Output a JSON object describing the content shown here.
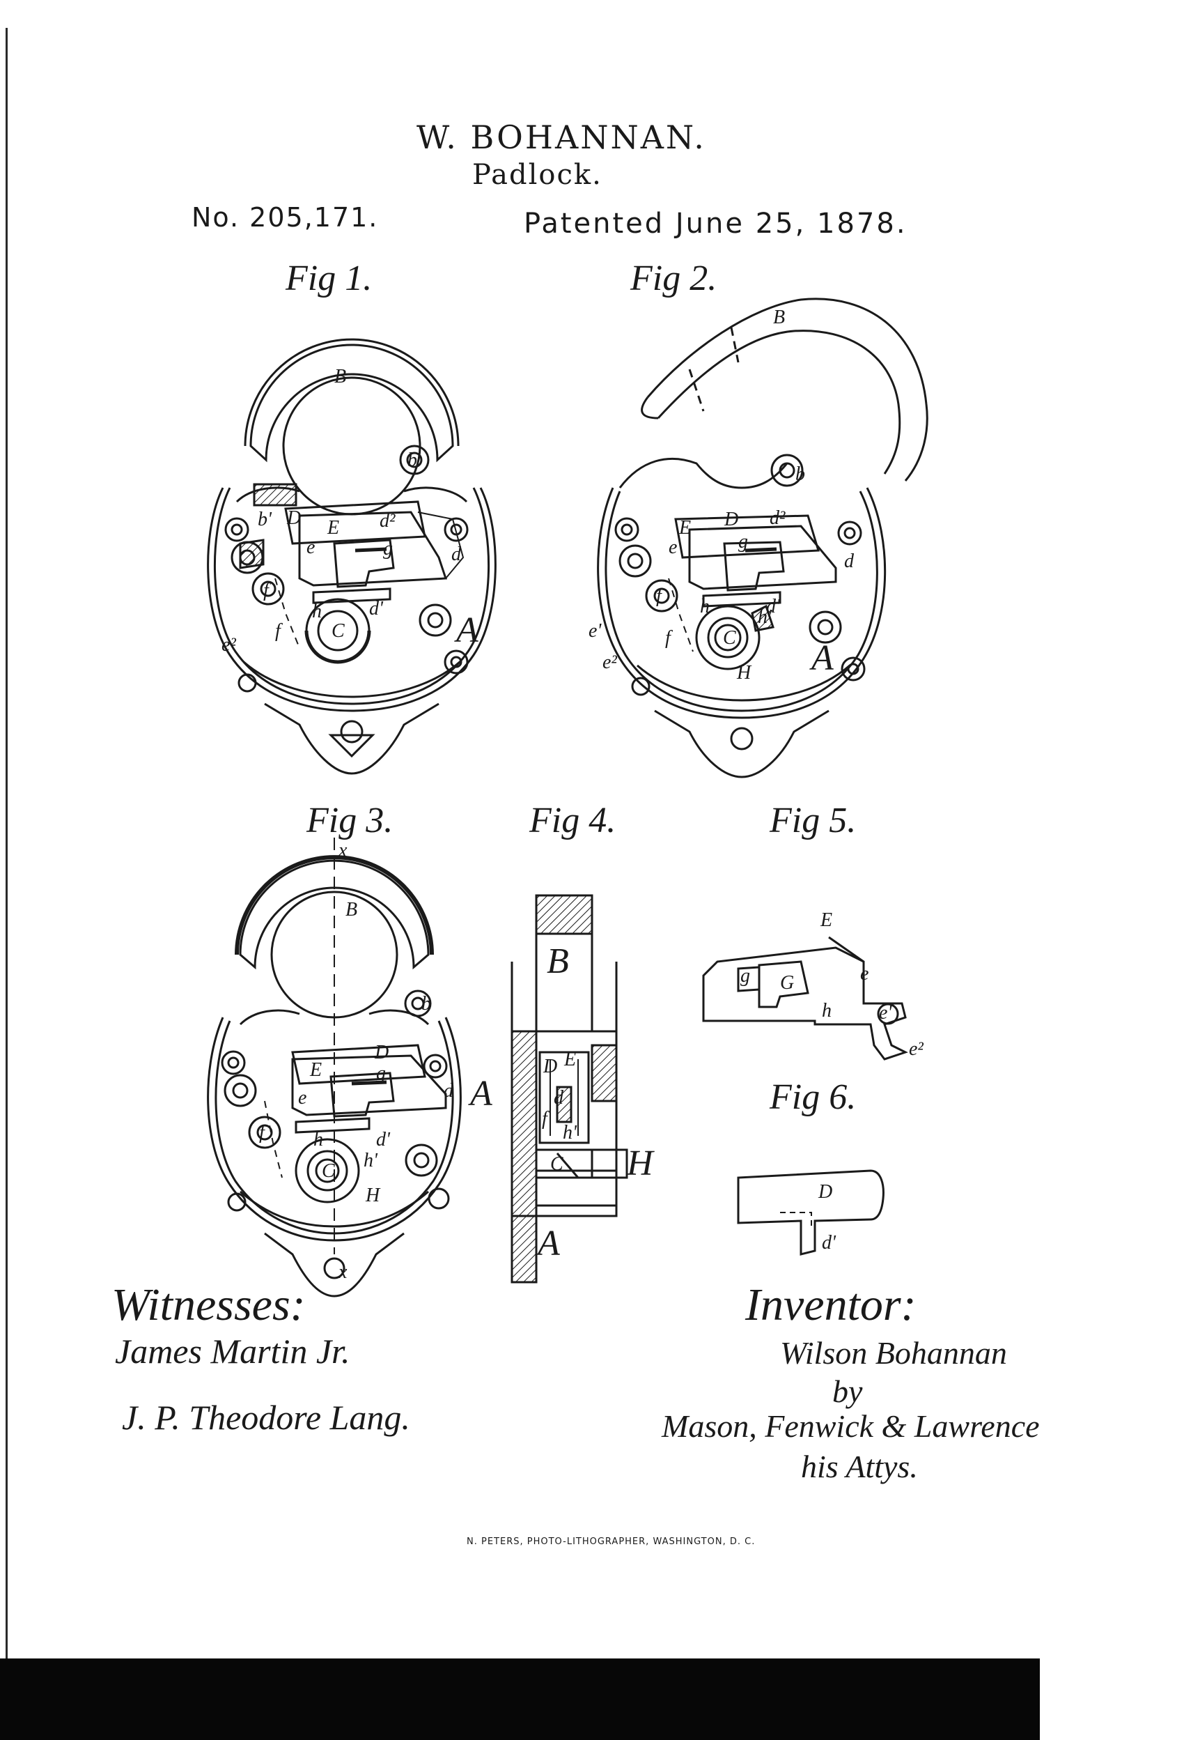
{
  "header": {
    "inventor_name": "W. BOHANNAN.",
    "title": "Padlock.",
    "patent_no": "No. 205,171.",
    "patent_date": "Patented June 25, 1878."
  },
  "figures": {
    "fig1": "Fig 1.",
    "fig2": "Fig 2.",
    "fig3": "Fig 3.",
    "fig4": "Fig 4.",
    "fig5": "Fig 5.",
    "fig6": "Fig 6."
  },
  "labels": {
    "A": "A",
    "B": "B",
    "b": "b",
    "b1": "b'",
    "C": "C",
    "D": "D",
    "d": "d",
    "d1": "d'",
    "d2": "d²",
    "E": "E",
    "e": "e",
    "e1": "e'",
    "e2": "e²",
    "f": "f",
    "g": "g",
    "G": "G",
    "h": "h",
    "h1": "h'",
    "H": "H",
    "x": "x"
  },
  "witnesses": {
    "title": "Witnesses:",
    "sig1": "James Martin Jr.",
    "sig2": "J. P. Theodore Lang."
  },
  "inventor": {
    "title": "Inventor:",
    "sig": "Wilson Bohannan",
    "by": "by",
    "attorneys": "Mason, Fenwick & Lawrence",
    "attys": "his Attys."
  },
  "printer": "N. PETERS, PHOTO-LITHOGRAPHER, WASHINGTON, D. C."
}
